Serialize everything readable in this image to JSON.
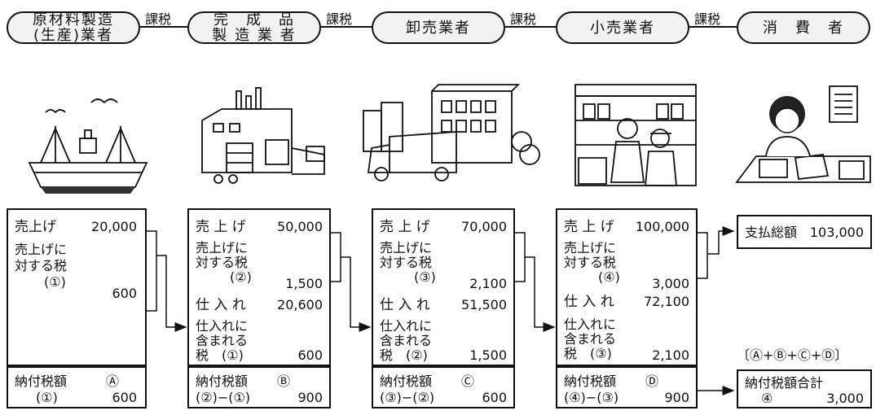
{
  "stages": [
    {
      "line1": "原材料製造",
      "line2": "(生産)業者"
    },
    {
      "line1": "完　成　品",
      "line2": "製 造 業 者"
    },
    {
      "line1": "卸売業者",
      "line2": ""
    },
    {
      "line1": "小売業者",
      "line2": ""
    },
    {
      "line1": "消　費　者",
      "line2": ""
    }
  ],
  "tax_label": "課税",
  "col1": {
    "sales_label": "売上げ",
    "sales_value": "20,000",
    "tax_l1": "売上げに",
    "tax_l2": "対する税",
    "tax_l3": "(①)",
    "tax_value": "600",
    "pay_label": "納付税額",
    "pay_mark": "Ⓐ",
    "pay_formula": "(①)",
    "pay_value": "600"
  },
  "col2": {
    "sales_label": "売 上 げ",
    "sales_value": "50,000",
    "tax_l1": "売上げに",
    "tax_l2": "対する税",
    "tax_l3": "(②)",
    "tax_value": "1,500",
    "purchase_label": "仕 入 れ",
    "purchase_value": "20,600",
    "inc_l1": "仕入れに",
    "inc_l2": "含まれる",
    "inc_l3": "税　(①)",
    "inc_value": "600",
    "pay_label": "納付税額",
    "pay_mark": "Ⓑ",
    "pay_formula": "(②)−(①)",
    "pay_value": "900"
  },
  "col3": {
    "sales_label": "売 上 げ",
    "sales_value": "70,000",
    "tax_l1": "売上げに",
    "tax_l2": "対する税",
    "tax_l3": "(③)",
    "tax_value": "2,100",
    "purchase_label": "仕 入 れ",
    "purchase_value": "51,500",
    "inc_l1": "仕入れに",
    "inc_l2": "含まれる",
    "inc_l3": "税　(②)",
    "inc_value": "1,500",
    "pay_label": "納付税額",
    "pay_mark": "Ⓒ",
    "pay_formula": "(③)−(②)",
    "pay_value": "600"
  },
  "col4": {
    "sales_label": "売 上 げ",
    "sales_value": "100,000",
    "tax_l1": "売上げに",
    "tax_l2": "対する税",
    "tax_l3": "(④)",
    "tax_value": "3,000",
    "purchase_label": "仕 入 れ",
    "purchase_value": "72,100",
    "inc_l1": "仕入れに",
    "inc_l2": "含まれる",
    "inc_l3": "税　(③)",
    "inc_value": "2,100",
    "pay_label": "納付税額",
    "pay_mark": "Ⓓ",
    "pay_formula": "(④)−(③)",
    "pay_value": "900"
  },
  "consumer": {
    "total_label": "支払総額",
    "total_value": "103,000",
    "formula": "〔Ⓐ+Ⓑ+Ⓒ+Ⓓ〕",
    "sum_label": "納付税額合計",
    "sum_mark": "④",
    "sum_value": "3,000"
  }
}
